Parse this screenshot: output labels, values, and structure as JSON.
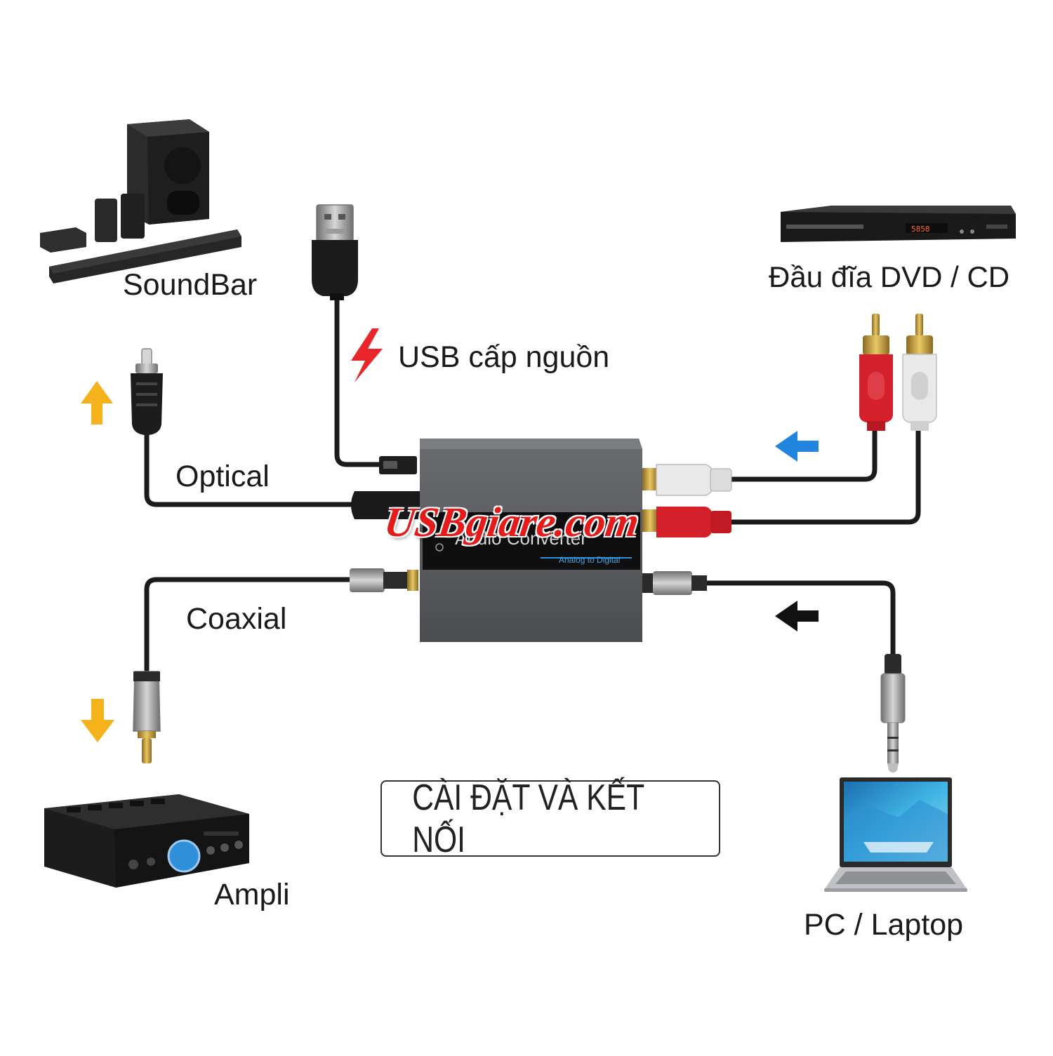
{
  "labels": {
    "soundbar": "SoundBar",
    "usb_power": "USB cấp nguồn",
    "dvd": "Đầu đĩa DVD / CD",
    "optical": "Optical",
    "coaxial": "Coaxial",
    "ampli": "Ampli",
    "pc": "PC / Laptop",
    "setup": "CÀI ĐẶT VÀ KẾT NỐI"
  },
  "device": {
    "name": "Audio Converter",
    "subtitle": "Analog to Digital"
  },
  "watermark": "USBgiare.com",
  "colors": {
    "cable": "#1b1b1b",
    "arrow_output": "#f5b21b",
    "arrow_input_rca": "#2286e0",
    "arrow_input_aux": "#111111",
    "lightning": "#e8262b",
    "device_body": "#5b5d60",
    "rca_red": "#d3202b",
    "rca_white": "#e9e9e9",
    "gold": "#c9a13b",
    "watermark": "#e51b1b"
  },
  "icons": [
    "soundbar-icon",
    "usb-plug-icon",
    "dvd-player-icon",
    "lightning-icon",
    "optical-plug-icon",
    "rca-plug-icon",
    "coaxial-plug-icon",
    "aux-jack-icon",
    "amplifier-icon",
    "laptop-icon",
    "arrow-up-icon",
    "arrow-down-icon",
    "arrow-left-icon"
  ]
}
